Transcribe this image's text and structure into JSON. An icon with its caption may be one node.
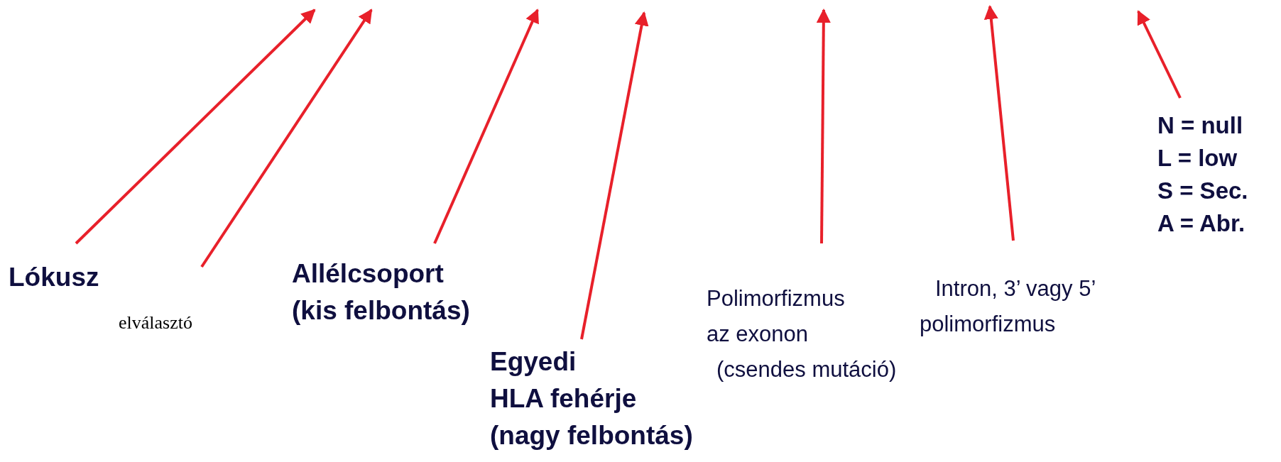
{
  "diagram": {
    "nodes": [
      {
        "text": [
          "Lókusz"
        ]
      },
      {
        "text": [
          "elválasztó"
        ]
      },
      {
        "text": [
          "Allélcsoport (kis felbontás)"
        ]
      },
      {
        "text": [
          "Egyedi HLA fehérje (nagy felbontás)"
        ]
      },
      {
        "text": [
          "Polimorfizmus az exonon (csendes mutáció)"
        ]
      },
      {
        "text": [
          "Intron, 3’ vagy 5’ polimorfizmus"
        ]
      },
      {
        "text": [
          "N = null L = low S = Sec. A = Abr."
        ]
      }
    ],
    "edges": [
      {
        "from": 0,
        "to": null,
        "arrow": "to"
      },
      {
        "from": 1,
        "to": null,
        "arrow": "to"
      },
      {
        "from": 2,
        "to": null,
        "arrow": "to"
      },
      {
        "from": 3,
        "to": null,
        "arrow": "to"
      },
      {
        "from": 4,
        "to": null,
        "arrow": "to"
      },
      {
        "from": 5,
        "to": null,
        "arrow": "to"
      },
      {
        "from": 6,
        "to": null,
        "arrow": "to"
      }
    ]
  }
}
